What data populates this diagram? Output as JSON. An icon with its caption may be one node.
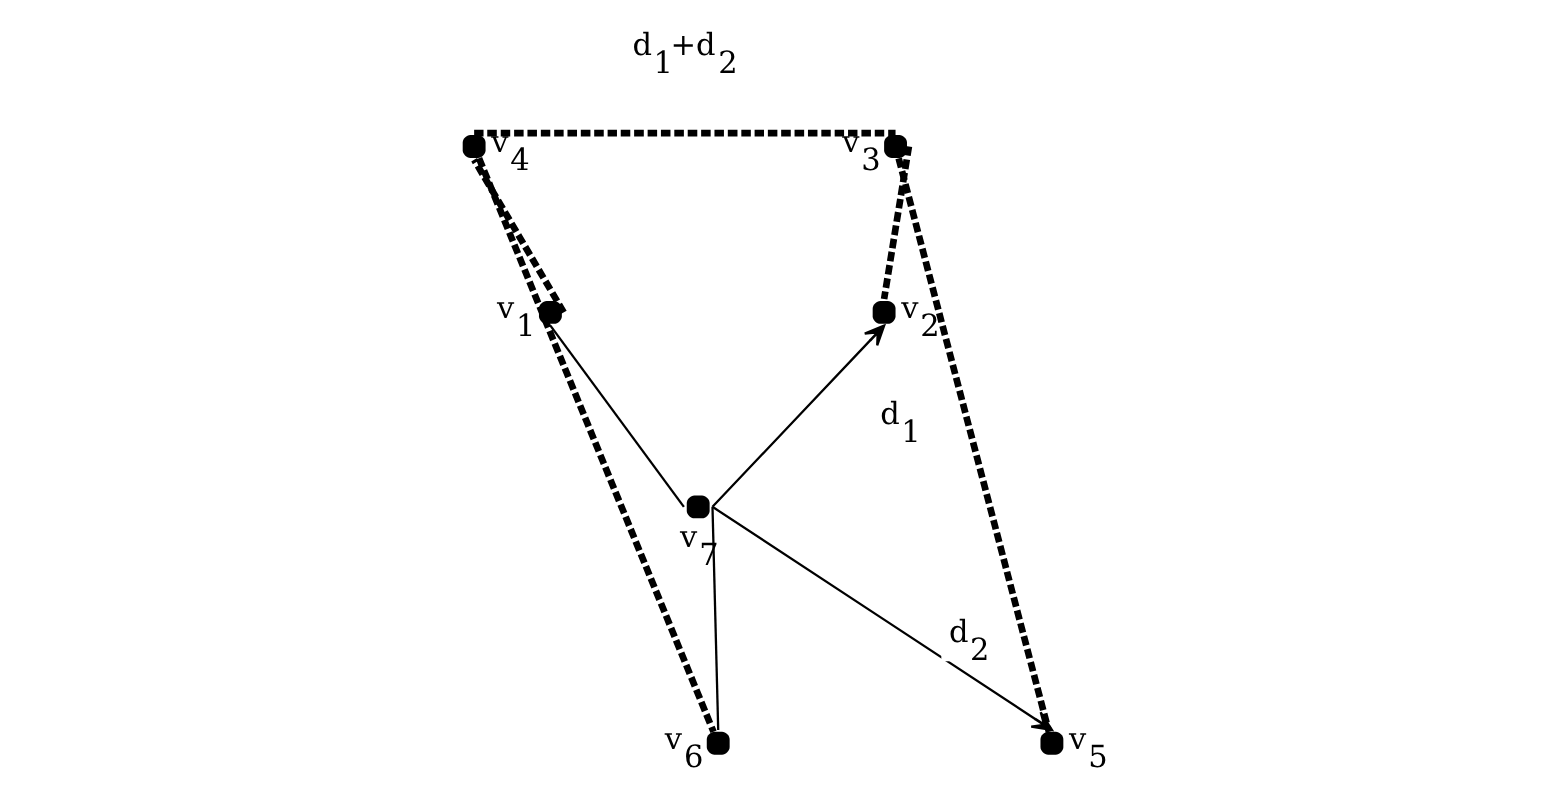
{
  "diagram": {
    "nodes": [
      {
        "text": [],
        "shape": "circle",
        "beside": [
          "v$_{4}$"
        ]
      },
      {
        "text": [],
        "shape": "circle",
        "beside": [
          "v$_{3}$"
        ]
      },
      {
        "text": [],
        "shape": "circle",
        "beside": [
          "v$_{1}$"
        ]
      },
      {
        "text": [],
        "shape": "circle",
        "beside": [
          "v$_{2}$"
        ]
      },
      {
        "text": [],
        "shape": "circle",
        "beside": [
          "v$_{7}$"
        ]
      },
      {
        "text": [],
        "shape": "circle",
        "beside": [
          "v$_{6}$"
        ]
      },
      {
        "text": [],
        "shape": "circle",
        "beside": [
          "v$_{5}$"
        ]
      }
    ],
    "edges": [
      {
        "from": 2,
        "to": 0,
        "arrow": "none",
        "style": "dashed"
      },
      {
        "from": 0,
        "to": 1,
        "arrow": "none",
        "style": "dashed",
        "label": "d$_{1}$+d$_{2}$"
      },
      {
        "from": 1,
        "to": 3,
        "arrow": "none",
        "style": "dashed"
      },
      {
        "from": 0,
        "to": 5,
        "arrow": "none",
        "style": "dashed"
      },
      {
        "from": 1,
        "to": 6,
        "arrow": "none",
        "style": "dashed"
      },
      {
        "from": 2,
        "to": 4,
        "arrow": "none"
      },
      {
        "from": 4,
        "to": 3,
        "arrow": "to",
        "label": "d$_{1}$"
      },
      {
        "from": 5,
        "to": 4,
        "arrow": "none"
      },
      {
        "from": 4,
        "to": 6,
        "arrow": "to",
        "label": "d$_{2}$"
      }
    ]
  }
}
